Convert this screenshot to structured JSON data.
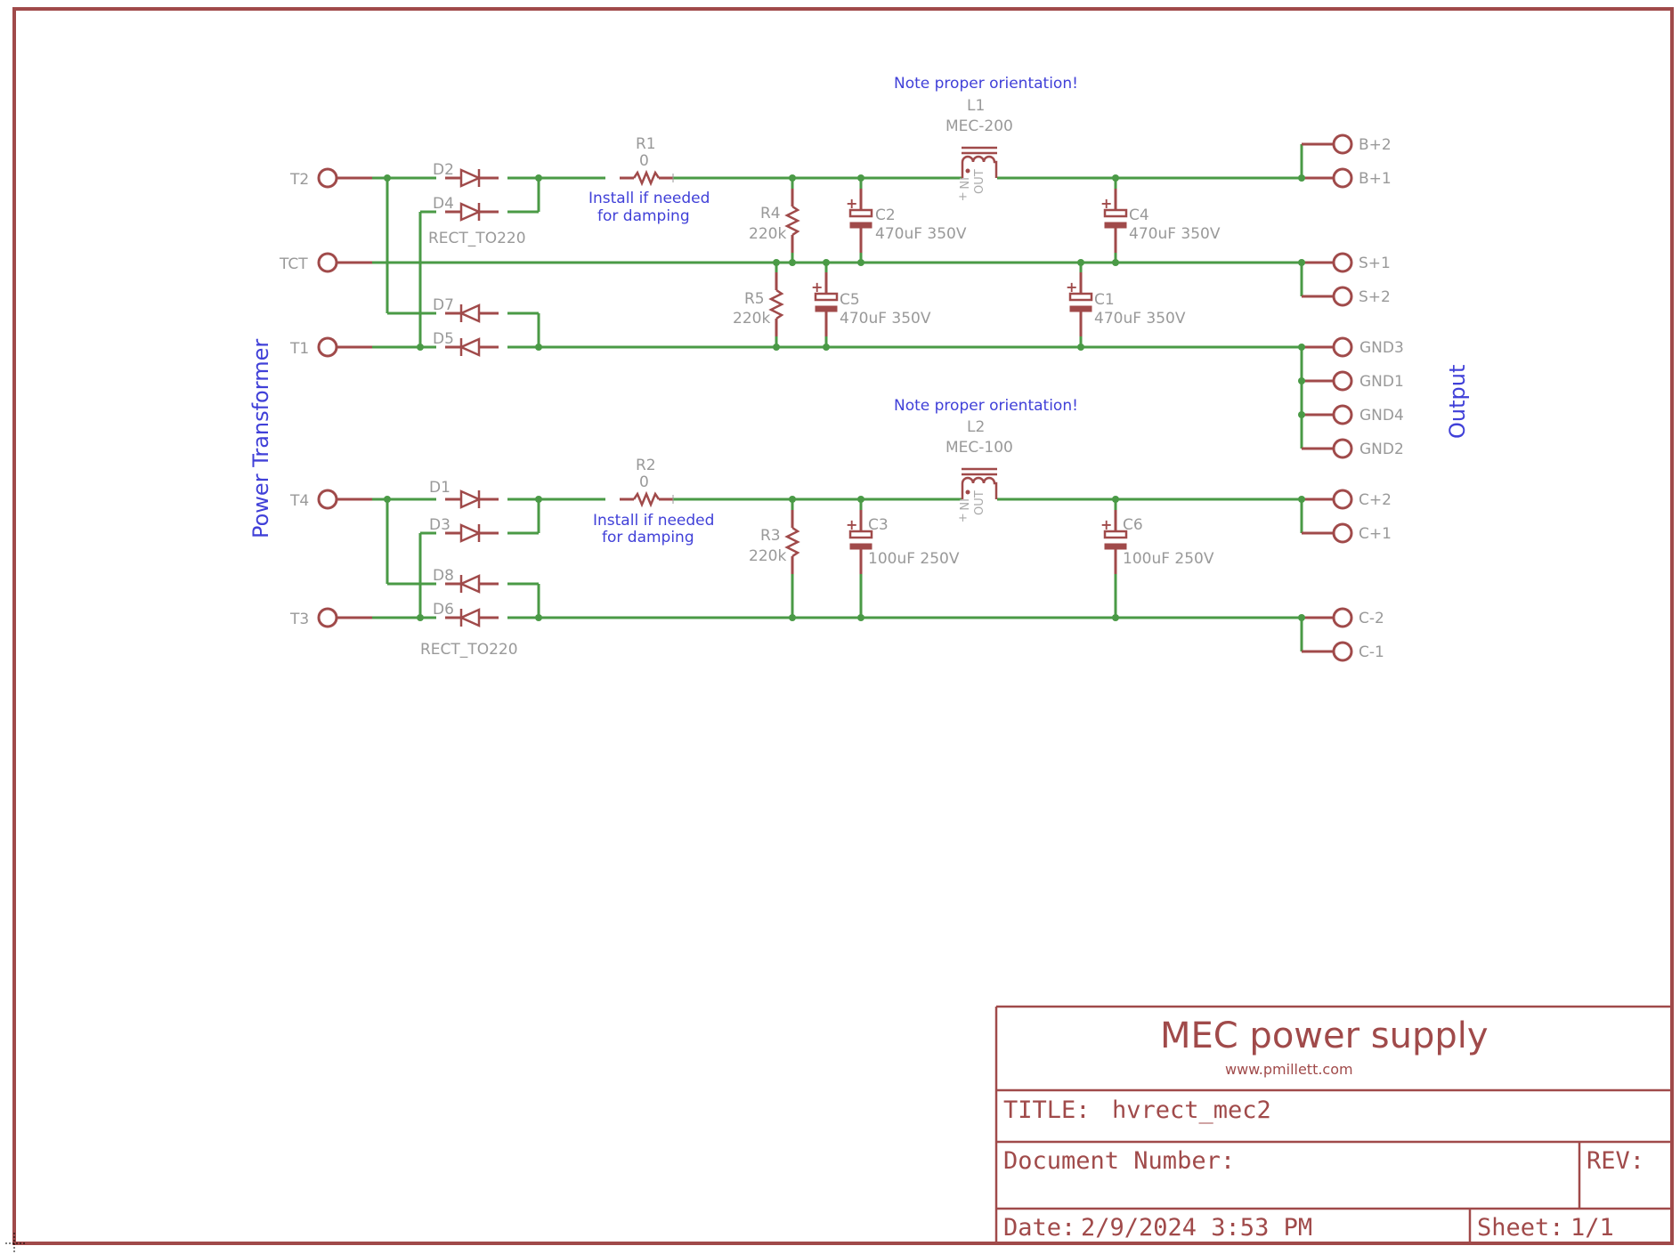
{
  "title_block": {
    "heading": "MEC power supply",
    "website": "www.pmillett.com",
    "title_label": "TITLE:",
    "title_value": "hvrect_mec2",
    "document_number_label": "Document Number:",
    "rev_label": "REV:",
    "date_label": "Date:",
    "date_value": "2/9/2024 3:53 PM",
    "sheet_label": "Sheet:",
    "sheet_value": "1/1"
  },
  "annotations": {
    "power_transformer": "Power Transformer",
    "output": "Output",
    "orientation_note_1": "Note proper orientation!",
    "orientation_note_2": "Note proper orientation!",
    "damping_note_1_line1": "Install if needed",
    "damping_note_1_line2": "for damping",
    "damping_note_2_line1": "Install if needed",
    "damping_note_2_line2": "for damping"
  },
  "input_terminals": [
    "T2",
    "TCT",
    "T1",
    "T4",
    "T3"
  ],
  "output_terminals": [
    "B+2",
    "B+1",
    "S+1",
    "S+2",
    "GND3",
    "GND1",
    "GND4",
    "GND2",
    "C+2",
    "C+1",
    "C-2",
    "C-1"
  ],
  "diodes": {
    "D2": "D2",
    "D4": "D4",
    "D7": "D7",
    "D5": "D5",
    "D1": "D1",
    "D3": "D3",
    "D8": "D8",
    "D6": "D6",
    "package_top": "RECT_TO220",
    "package_bottom": "RECT_TO220"
  },
  "resistors": {
    "R1": {
      "name": "R1",
      "value": "0"
    },
    "R2": {
      "name": "R2",
      "value": "0"
    },
    "R3": {
      "name": "R3",
      "value": "220k"
    },
    "R4": {
      "name": "R4",
      "value": "220k"
    },
    "R5": {
      "name": "R5",
      "value": "220k"
    }
  },
  "capacitors": {
    "C1": {
      "name": "C1",
      "value": "470uF 350V"
    },
    "C2": {
      "name": "C2",
      "value": "470uF 350V"
    },
    "C3": {
      "name": "C3",
      "value": "100uF 250V"
    },
    "C4": {
      "name": "C4",
      "value": "470uF 350V"
    },
    "C5": {
      "name": "C5",
      "value": "470uF 350V"
    },
    "C6": {
      "name": "C6",
      "value": "100uF 250V"
    }
  },
  "inductors": {
    "L1": {
      "name": "L1",
      "value": "MEC-200",
      "pin_in": "IN",
      "pin_out": "OUT",
      "polarity": "+"
    },
    "L2": {
      "name": "L2",
      "value": "MEC-100",
      "pin_in": "IN",
      "pin_out": "OUT",
      "polarity": "+"
    }
  },
  "colors": {
    "wire": "#4a9a46",
    "symbol": "#a04a4a",
    "label": "#999999",
    "note": "#4040d8"
  }
}
